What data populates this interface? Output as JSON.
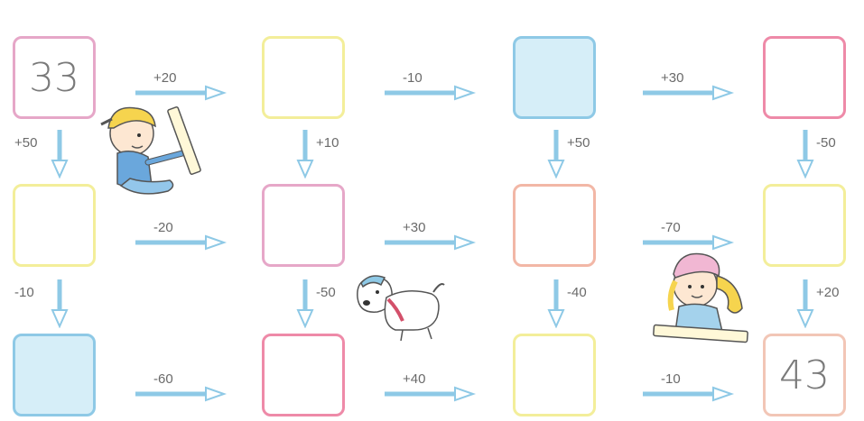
{
  "boxes": [
    {
      "id": "r1c1",
      "value": "33",
      "color": "#e6a7c8"
    },
    {
      "id": "r1c2",
      "value": "",
      "color": "#f3ee9a"
    },
    {
      "id": "r1c3",
      "value": "",
      "color": "#8ec9e6"
    },
    {
      "id": "r1c4",
      "value": "",
      "color": "#ee8aa8"
    },
    {
      "id": "r2c1",
      "value": "",
      "color": "#f3ee9a"
    },
    {
      "id": "r2c2",
      "value": "",
      "color": "#e6a7c8"
    },
    {
      "id": "r2c3",
      "value": "",
      "color": "#f2b7a6"
    },
    {
      "id": "r2c4",
      "value": "",
      "color": "#f3ee9a"
    },
    {
      "id": "r3c1",
      "value": "",
      "color": "#8ec9e6"
    },
    {
      "id": "r3c2",
      "value": "",
      "color": "#ee8aa8"
    },
    {
      "id": "r3c3",
      "value": "",
      "color": "#f3ee9a"
    },
    {
      "id": "r3c4",
      "value": "43",
      "color": "#f2c6b6"
    }
  ],
  "h_ops": {
    "r1": [
      "+20",
      "-10",
      "+30"
    ],
    "r2": [
      "-20",
      "+30",
      "-70"
    ],
    "r3": [
      "-60",
      "+40",
      "-10"
    ]
  },
  "v_ops": {
    "c1": [
      "+50",
      "-10"
    ],
    "c2": [
      "+10",
      "-50"
    ],
    "c3": [
      "+50",
      "-40"
    ],
    "c4": [
      "-50",
      "+20"
    ]
  },
  "colors": {
    "arrow": "#8ec9e6",
    "text": "#6a6a6a"
  }
}
